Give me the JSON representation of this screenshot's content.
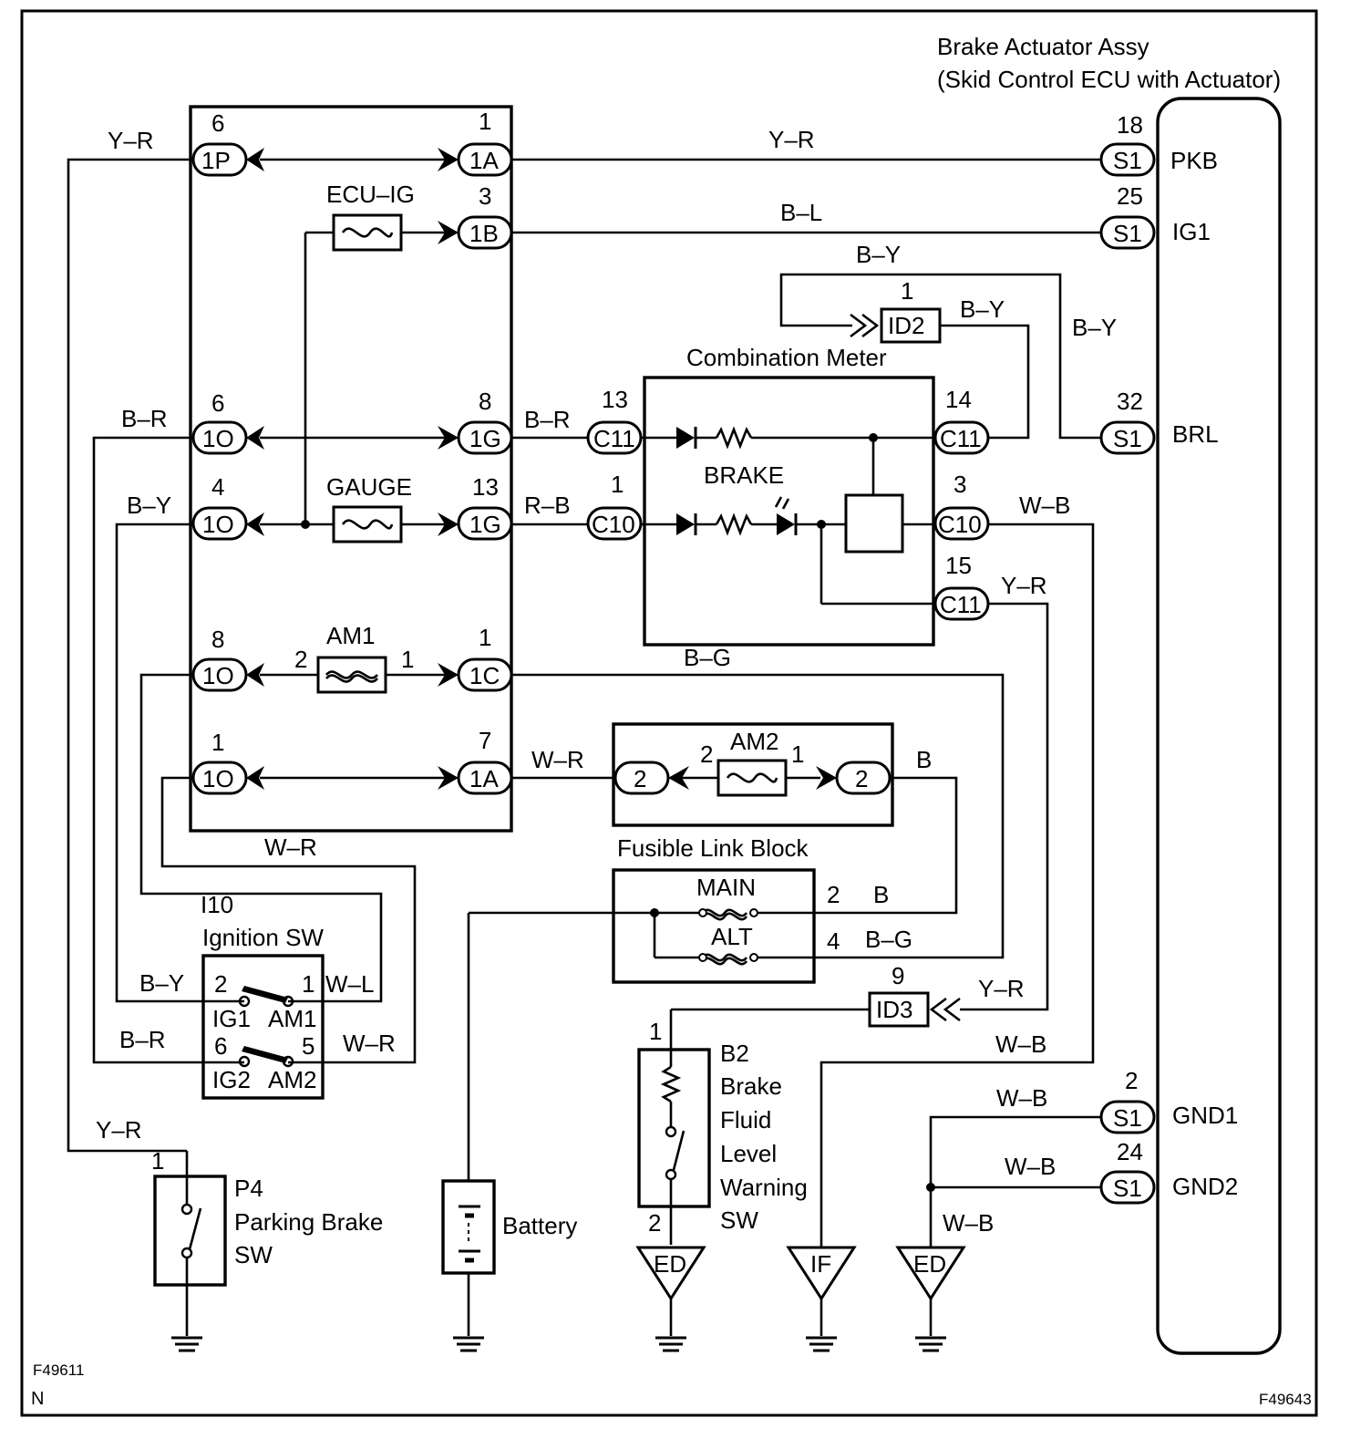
{
  "components": {
    "brake_actuator": {
      "title_line1": "Brake Actuator Assy",
      "title_line2": "(Skid Control ECU with Actuator)",
      "pins": [
        {
          "connector": "S1",
          "pin": "18",
          "signal": "PKB"
        },
        {
          "connector": "S1",
          "pin": "25",
          "signal": "IG1"
        },
        {
          "connector": "S1",
          "pin": "32",
          "signal": "BRL"
        },
        {
          "connector": "S1",
          "pin": "2",
          "signal": "GND1"
        },
        {
          "connector": "S1",
          "pin": "24",
          "signal": "GND2"
        }
      ]
    },
    "junction_block": {
      "left_connectors": [
        {
          "label": "1P",
          "pin": "6"
        },
        {
          "label": "1O",
          "pin": "6"
        },
        {
          "label": "1O",
          "pin": "4"
        },
        {
          "label": "1O",
          "pin": "8"
        },
        {
          "label": "1O",
          "pin": "1"
        }
      ],
      "right_connectors": [
        {
          "label": "1A",
          "pin": "1"
        },
        {
          "label": "1B",
          "pin": "3"
        },
        {
          "label": "1G",
          "pin": "8"
        },
        {
          "label": "1G",
          "pin": "13"
        },
        {
          "label": "1C",
          "pin": "1"
        },
        {
          "label": "1A",
          "pin": "7"
        }
      ],
      "fuses": [
        {
          "name": "ECU–IG"
        },
        {
          "name": "GAUGE"
        },
        {
          "name": "AM1",
          "pin_left": "2",
          "pin_right": "1"
        }
      ]
    },
    "combination_meter": {
      "title": "Combination Meter",
      "lamp_label": "BRAKE",
      "connectors": [
        {
          "label": "C11",
          "pin": "13"
        },
        {
          "label": "C10",
          "pin": "1"
        },
        {
          "label": "C11",
          "pin": "14"
        },
        {
          "label": "C10",
          "pin": "3"
        },
        {
          "label": "C11",
          "pin": "15"
        }
      ]
    },
    "id2": {
      "label": "ID2",
      "pin": "1"
    },
    "id3": {
      "label": "ID3",
      "pin": "9"
    },
    "am2_block": {
      "fuse": "AM2",
      "conn_left": "2",
      "conn_right": "2",
      "pin_left": "2",
      "pin_right": "1"
    },
    "fusible_link_block": {
      "title": "Fusible Link Block",
      "fuse_main": "MAIN",
      "fuse_alt": "ALT",
      "pin_main": "2",
      "pin_alt": "4"
    },
    "ignition_sw": {
      "code": "I10",
      "title": "Ignition SW",
      "pins": [
        "2",
        "1",
        "6",
        "5"
      ],
      "terminals": [
        "IG1",
        "AM1",
        "IG2",
        "AM2"
      ]
    },
    "parking_brake_sw": {
      "code": "P4",
      "line1": "Parking Brake",
      "line2": "SW",
      "pin": "1"
    },
    "brake_fluid_sw": {
      "code": "B2",
      "lines": [
        "Brake",
        "Fluid",
        "Level",
        "Warning",
        "SW"
      ],
      "pin_top": "1",
      "pin_bottom": "2"
    },
    "battery": {
      "label": "Battery"
    },
    "grounds": {
      "ed1": "ED",
      "if": "IF",
      "ed2": "ED"
    }
  },
  "wire_colors": {
    "yr_top_left": "Y–R",
    "yr_top": "Y–R",
    "bl": "B–L",
    "by_top": "B–Y",
    "by_id2": "B–Y",
    "by_right": "B–Y",
    "br_left": "B–R",
    "br_mid": "B–R",
    "by_left": "B–Y",
    "rb": "R–B",
    "wb_meter": "W–B",
    "yr_meter": "Y–R",
    "bg_top": "B–G",
    "wr_am2": "W–R",
    "b_am2": "B",
    "wr_left": "W–R",
    "b_main": "B",
    "bg_alt": "B–G",
    "yr_id3": "Y–R",
    "wb_if": "W–B",
    "by_ign": "B–Y",
    "wl_ign": "W–L",
    "br_ign": "B–R",
    "wr_ign": "W–R",
    "yr_pkb": "Y–R",
    "wb_gnd1": "W–B",
    "wb_gnd2": "W–B",
    "wb_ed": "W–B"
  },
  "footer": {
    "code_left": "F49611",
    "code_n": "N",
    "code_right": "F49643"
  }
}
